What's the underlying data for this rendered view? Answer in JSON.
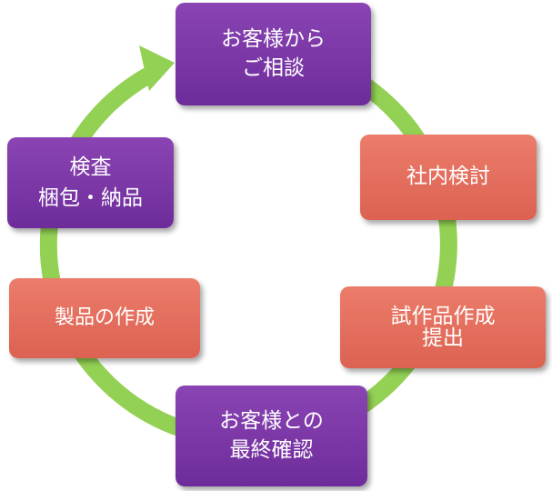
{
  "diagram": {
    "type": "cycle",
    "steps": [
      {
        "id": "consult",
        "lines": [
          "お客様から",
          "ご相談"
        ],
        "color": "#7b3aa8"
      },
      {
        "id": "review",
        "lines": [
          "社内検討"
        ],
        "color": "#e46f5e"
      },
      {
        "id": "prototype",
        "lines": [
          "試作品作成",
          "提出"
        ],
        "color": "#e46f5e"
      },
      {
        "id": "confirm",
        "lines": [
          "お客様との",
          "最終確認"
        ],
        "color": "#7b3aa8"
      },
      {
        "id": "production",
        "lines": [
          "製品の作成"
        ],
        "color": "#e46f5e"
      },
      {
        "id": "inspection",
        "lines": [
          "検査",
          "梱包・納品"
        ],
        "color": "#7b3aa8"
      }
    ],
    "cycle_color": "#93d154"
  }
}
